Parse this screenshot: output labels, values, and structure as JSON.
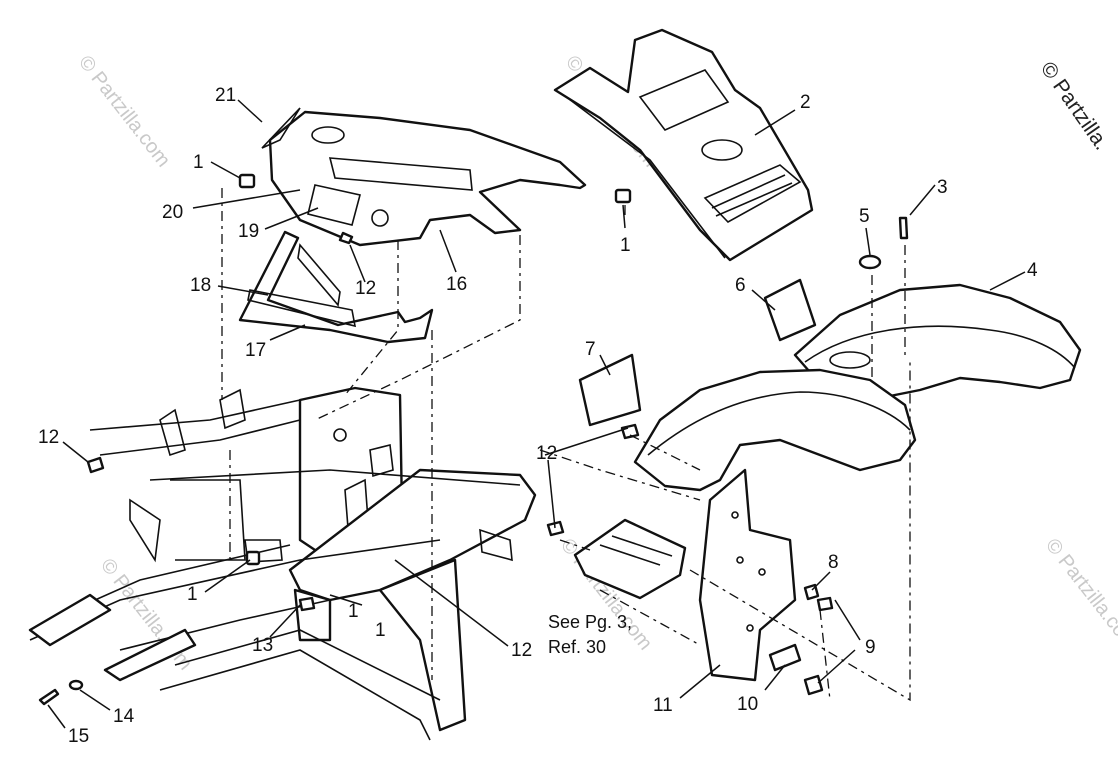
{
  "callouts": [
    "1",
    "2",
    "3",
    "4",
    "5",
    "6",
    "7",
    "8",
    "9",
    "10",
    "11",
    "12",
    "13",
    "14",
    "15",
    "16",
    "17",
    "18",
    "19",
    "20",
    "21",
    "1",
    "12",
    "1",
    "12",
    "1",
    "12",
    "1",
    "12"
  ],
  "note_line1": "See Pg. 3,",
  "note_line2": "Ref. 30",
  "watermark": "© Partzilla.com",
  "watermark_corner": "© Partzilla."
}
